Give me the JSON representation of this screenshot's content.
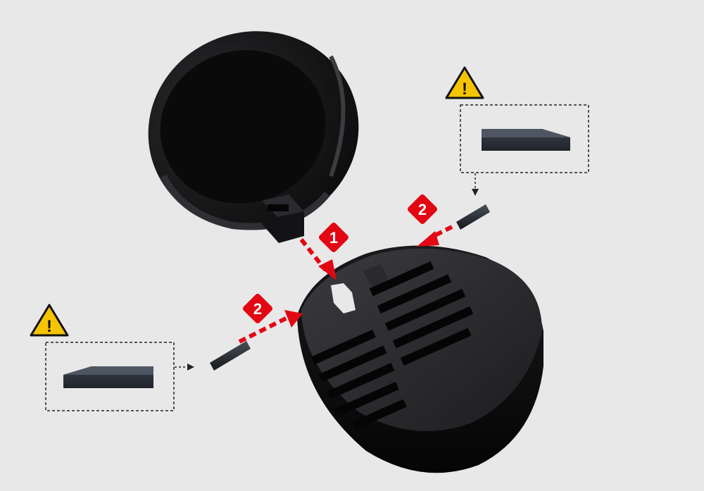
{
  "steps": {
    "step1": "1",
    "step2_right": "2",
    "step2_left": "2"
  },
  "warning_symbol": "!",
  "colors": {
    "background": "#e8e8e8",
    "part": "#1c1c1e",
    "part_highlight": "#3a3a3e",
    "accent_red": "#e30613",
    "warning_yellow": "#f5c400"
  }
}
